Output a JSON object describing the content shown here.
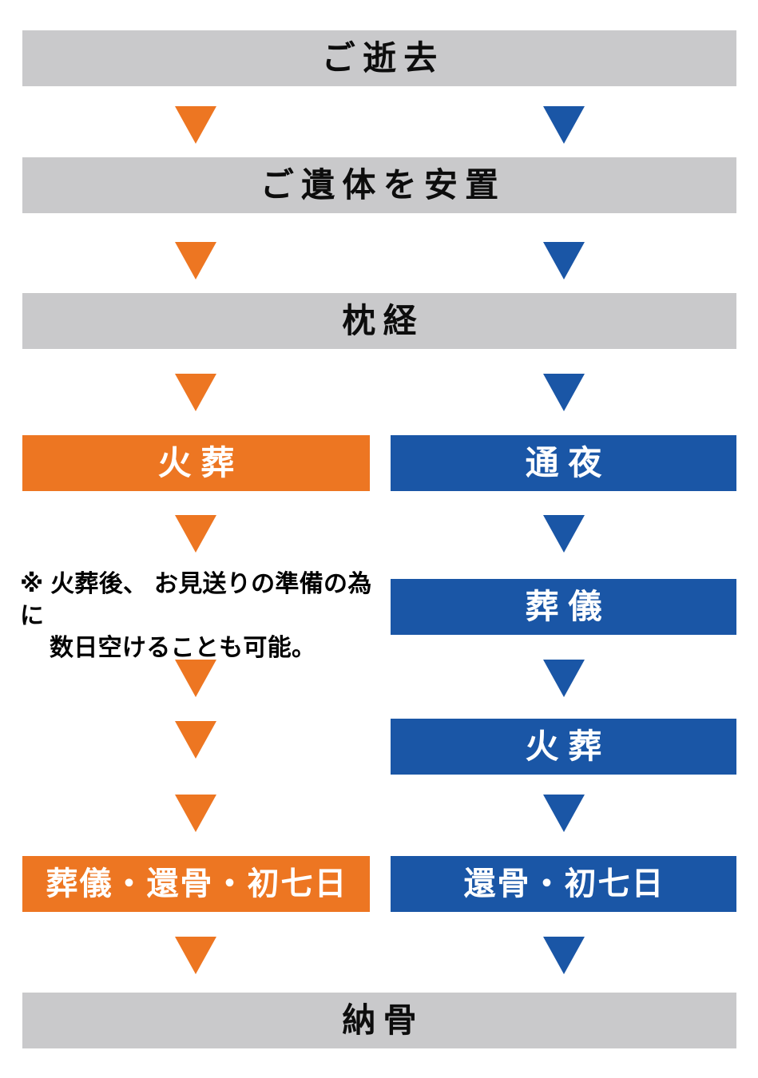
{
  "colors": {
    "orange": "#ED7622",
    "blue": "#1A56A6",
    "gray": "#C9C9CB",
    "bar_text_dark": "#0d0d0d",
    "bar_text_light": "#FFFFFF"
  },
  "flow": {
    "shared_top": [
      {
        "id": "passing",
        "label": "ご逝去"
      },
      {
        "id": "repose",
        "label": "ご遺体を安置"
      },
      {
        "id": "pillow-sutra",
        "label": "枕経"
      }
    ],
    "left_column": {
      "steps": [
        {
          "id": "cremation",
          "label": "火葬"
        },
        {
          "id": "funeral-return-seventh",
          "label": "葬儀・還骨・初七日"
        }
      ],
      "note": {
        "line1": "※ 火葬後、 お見送りの準備の為に",
        "line2": "数日空けることも可能。"
      }
    },
    "right_column": {
      "steps": [
        {
          "id": "wake",
          "label": "通夜"
        },
        {
          "id": "funeral",
          "label": "葬儀"
        },
        {
          "id": "cremation",
          "label": "火葬"
        },
        {
          "id": "return-seventh",
          "label": "還骨・初七日"
        }
      ]
    },
    "shared_bottom": [
      {
        "id": "interment",
        "label": "納骨"
      }
    ]
  }
}
